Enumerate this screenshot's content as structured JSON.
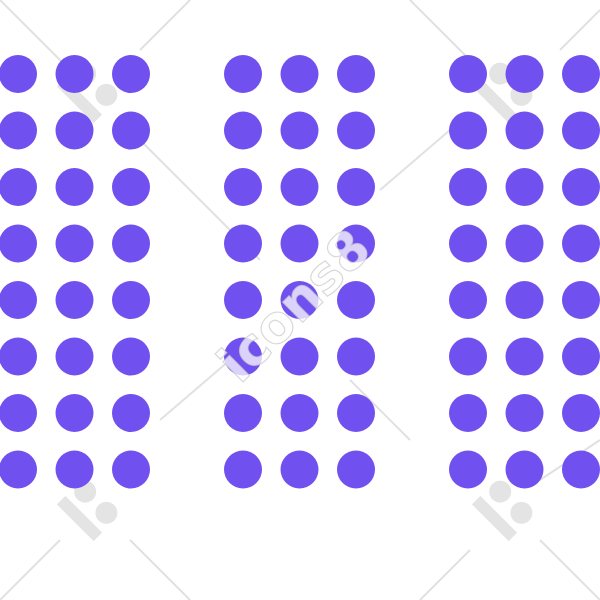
{
  "illustration": {
    "grids": [
      {
        "columns": 3,
        "rows": 8
      },
      {
        "columns": 3,
        "rows": 8
      },
      {
        "columns": 3,
        "rows": 8
      }
    ],
    "dot_color": "#7150f0",
    "background_color": "#ffffff"
  },
  "watermark": {
    "text": "icons8",
    "logo_icon": "icons8-logo-icon"
  }
}
